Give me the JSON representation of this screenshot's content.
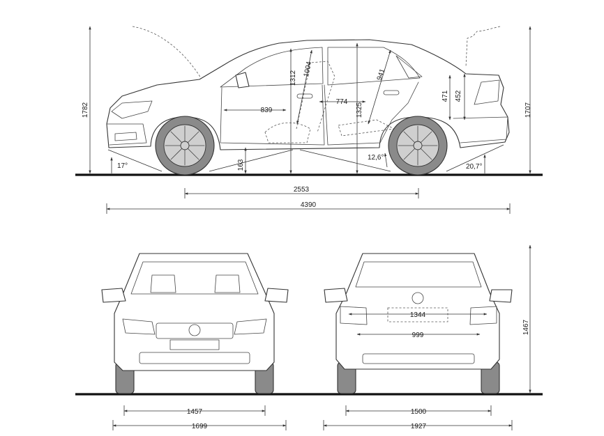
{
  "side_view": {
    "overall_height": "1782",
    "rear_height": "1707",
    "approach_angle": "17°",
    "ground_clearance": "163",
    "front_headroom": "1004",
    "front_seat_to_roof": "1312",
    "front_legroom": "839",
    "rear_legroom": "774",
    "rear_headroom": "941",
    "rear_height_inner": "1325",
    "ramp_angle": "12,6°",
    "trunk_height_1": "471",
    "trunk_height_2": "452",
    "departure_angle": "20,7°",
    "wheelbase": "2553",
    "overall_length": "4390"
  },
  "front_view": {
    "track_front": "1457",
    "body_width": "1699"
  },
  "rear_view": {
    "height": "1467",
    "trunk_opening_width": "1344",
    "trunk_sill_width": "999",
    "track_rear": "1500",
    "width_with_mirrors": "1927"
  }
}
